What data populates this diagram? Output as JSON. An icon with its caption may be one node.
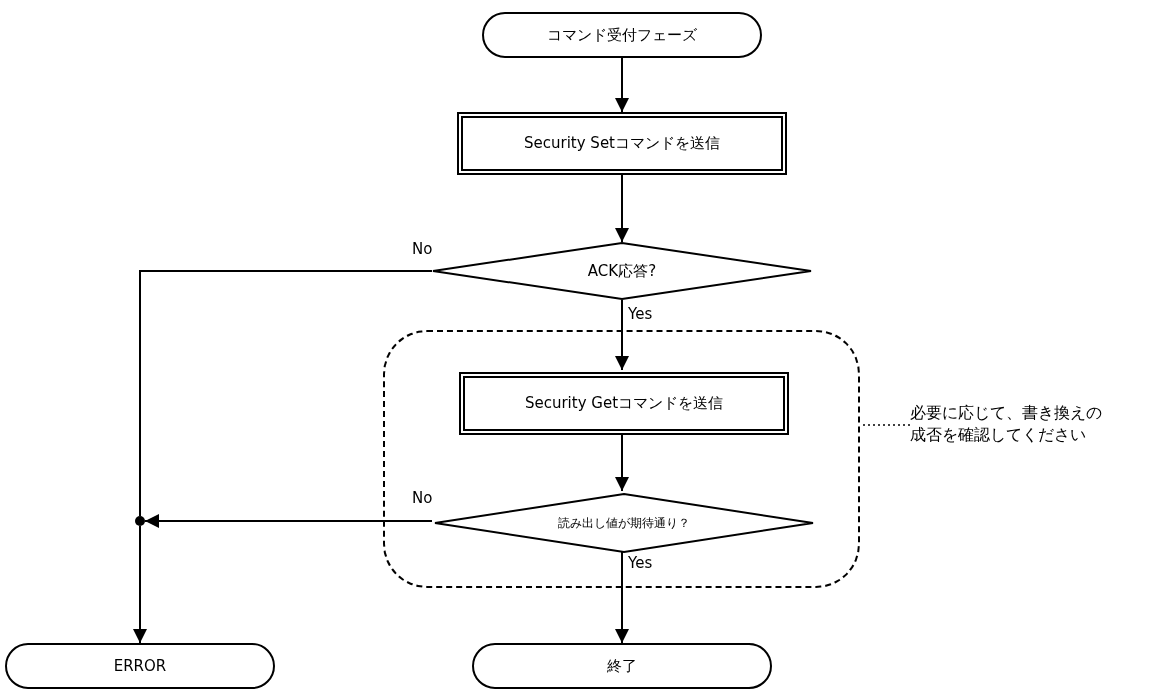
{
  "diagram": {
    "nodes": [
      {
        "text": [
          "コマンド受付フェーズ"
        ]
      },
      {
        "text": [
          "Security Setコマンドを送信"
        ]
      },
      {
        "text": [
          "ACK応答?"
        ]
      },
      {
        "text": [],
        "shape": "box"
      },
      {
        "text": [
          "Security Getコマンドを送信"
        ],
        "in": 3
      },
      {
        "text": [
          "読み出し値が期待通り？"
        ],
        "in": 3
      },
      {
        "text": [],
        "shape": "circle"
      },
      {
        "text": [
          "ERROR"
        ]
      },
      {
        "text": [
          "終了"
        ]
      },
      {
        "text": [
          "必要に応じて、書き換えの成否を確認してください"
        ]
      }
    ],
    "edges": [
      {
        "from": 0,
        "to": 1,
        "arrow": "to"
      },
      {
        "from": 1,
        "to": 2,
        "arrow": "to"
      },
      {
        "from": 2,
        "to": 6,
        "arrow": "none",
        "label": "No"
      },
      {
        "from": 2,
        "to": 4,
        "arrow": "to",
        "label": "Yes"
      },
      {
        "from": 4,
        "to": 5,
        "arrow": "to"
      },
      {
        "from": 5,
        "to": 6,
        "arrow": "to",
        "label": "No"
      },
      {
        "from": 5,
        "to": 8,
        "arrow": "to",
        "label": "Yes"
      },
      {
        "from": 6,
        "to": 7,
        "arrow": "to"
      },
      {
        "from": 9,
        "to": 3,
        "arrow": "none",
        "style": "dashed"
      }
    ]
  }
}
